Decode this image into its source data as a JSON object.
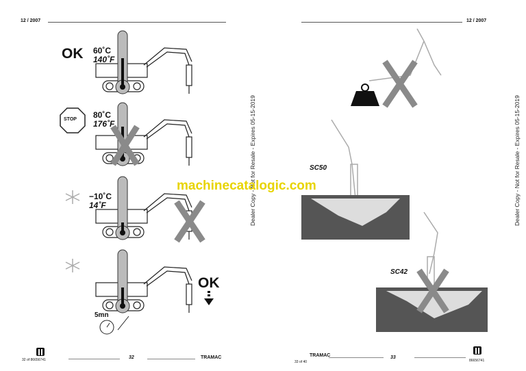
{
  "left_page": {
    "header_date": "12 / 2007",
    "panels": [
      {
        "status": "OK",
        "celsius": "60˚C",
        "fahrenheit": "140˚F"
      },
      {
        "status": "STOP",
        "celsius": "80˚C",
        "fahrenheit": "176˚F"
      },
      {
        "status": "snowflake",
        "celsius": "−10˚C",
        "fahrenheit": "14˚F"
      },
      {
        "status": "snowflake",
        "ok_label": "OK",
        "time": "5mn"
      }
    ],
    "footer": {
      "page_number": "32",
      "brand": "TRAMAC",
      "ref": "32 of 86656741"
    }
  },
  "right_page": {
    "header_date": "12 / 2007",
    "label_sc50": "SC50",
    "label_sc42": "SC42",
    "footer": {
      "page_number": "33",
      "brand": "TRAMAC",
      "page_of": "33 of 40",
      "ref": "86656741"
    }
  },
  "watermark": {
    "site": "machinecatalogic.com",
    "dealer_note": "Dealer Copy - Not for Resale - Expires 05-15-2019"
  },
  "colors": {
    "watermark": "#e8d400",
    "cross": "#8a8a8a",
    "ground": "#555555"
  }
}
